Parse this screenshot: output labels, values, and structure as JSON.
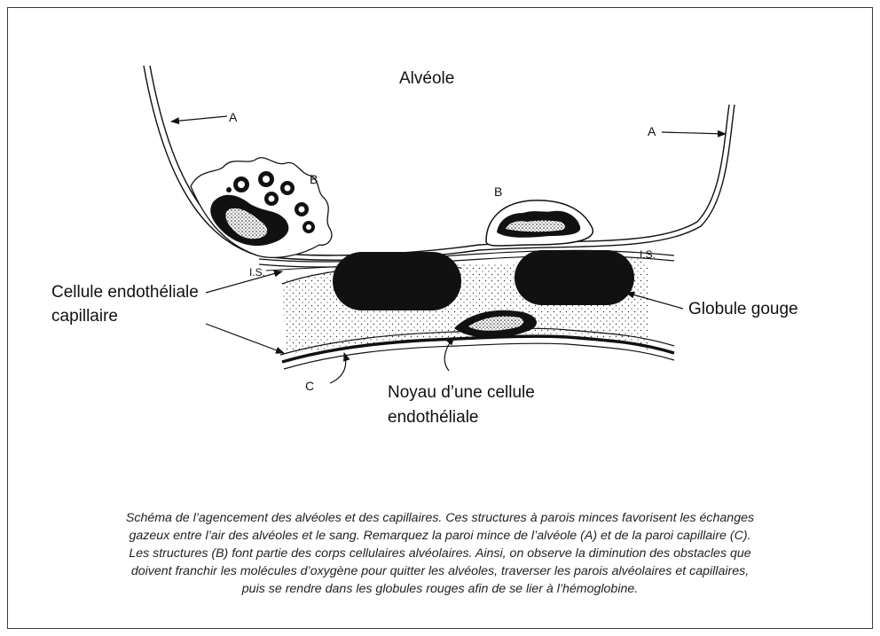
{
  "labels": {
    "alveole": "Alvéole",
    "a_left": "A",
    "a_right": "A",
    "b_left": "B",
    "b_right": "B",
    "is_left": "I.S.",
    "is_right": "I.S.",
    "c": "C",
    "cellule_line1": "Cellule endothéliale",
    "cellule_line2": "capillaire",
    "globule": "Globule gouge",
    "noyau_line1": "Noyau d’une cellule",
    "noyau_line2": "endothéliale"
  },
  "caption": {
    "lines": [
      "Schéma de l’agencement des alvéoles et des capillaires.  Ces structures à parois minces favorisent les échanges",
      "gazeux entre l’air des alvéoles et le sang.  Remarquez la paroi mince de l’alvéole (A) et de la paroi capillaire (C).",
      "Les structures (B) font partie des corps cellulaires alvéolaires.  Ainsi, on observe la diminution des obstacles que",
      "doivent franchir les molécules d’oxygène pour quitter les alvéoles, traverser les parois alvéolaires et capillaires,",
      "puis se rendre dans les globules rouges afin de se lier à l’hémoglobine."
    ]
  },
  "colors": {
    "ink": "#111111",
    "frame": "#3a3a3a"
  }
}
